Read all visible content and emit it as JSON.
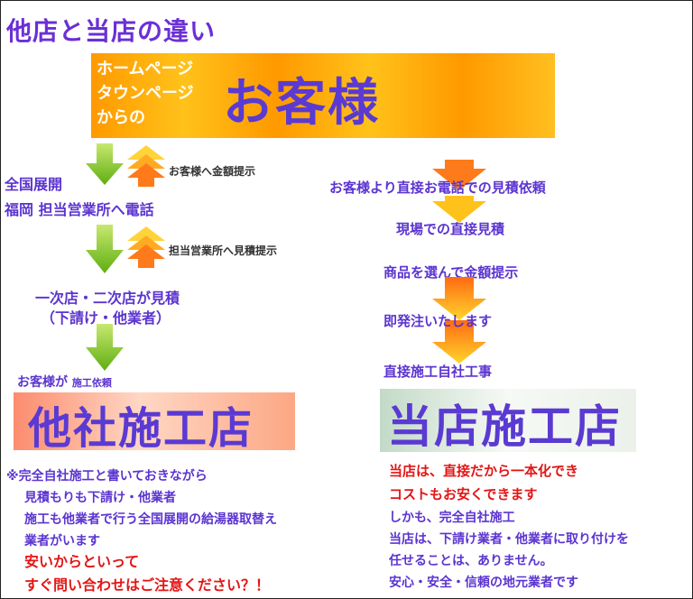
{
  "title": "他店と当店の違い",
  "banner": {
    "sub_lines": [
      "ホームページ",
      "タウンページ",
      "からの"
    ],
    "main": "お客様"
  },
  "left_flow": {
    "step1_line1": "全国展開",
    "step1_line2": "福岡 担当営業所へ電話",
    "note1": "お客様へ金額提示",
    "note2": "担当営業所へ見積提示",
    "step2_line1": "一次店・二次店が見積",
    "step2_line2": "（下請け・他業者）",
    "step3_prefix": "お客様が",
    "step3_suffix": "施工依頼",
    "result": "他社施工店"
  },
  "right_flow": {
    "step1": "お客様より直接お電話での見積依頼",
    "step2": "現場での直接見積",
    "step3": "商品を選んで金額提示",
    "step4": "即発注いたします",
    "step5": "直接施工自社工事",
    "result": "当店施工店"
  },
  "left_notes": [
    "※完全自社施工と書いておきながら",
    "見積もりも下請け・他業者",
    "施工も他業者で行う全国展開の給湯器取替え",
    "業者がいます"
  ],
  "left_warning": [
    "安いからといって",
    "すぐ問い合わせはご注意ください？！"
  ],
  "right_red": [
    "当店は、直接だから一本化でき",
    "コストもお安くできます"
  ],
  "right_notes": [
    "しかも、完全自社施工",
    "当店は、下請け業者・他業者に取り付けを",
    "任せることは、ありません。",
    "安心・安全・信頼の地元業者です"
  ],
  "colors": {
    "title": "#6b2fd6",
    "accent_purple": "#5a3ad2",
    "warning_red": "#e41515",
    "green_arrow": "#84c41c",
    "orange_arrow": "#ff7a1a"
  }
}
